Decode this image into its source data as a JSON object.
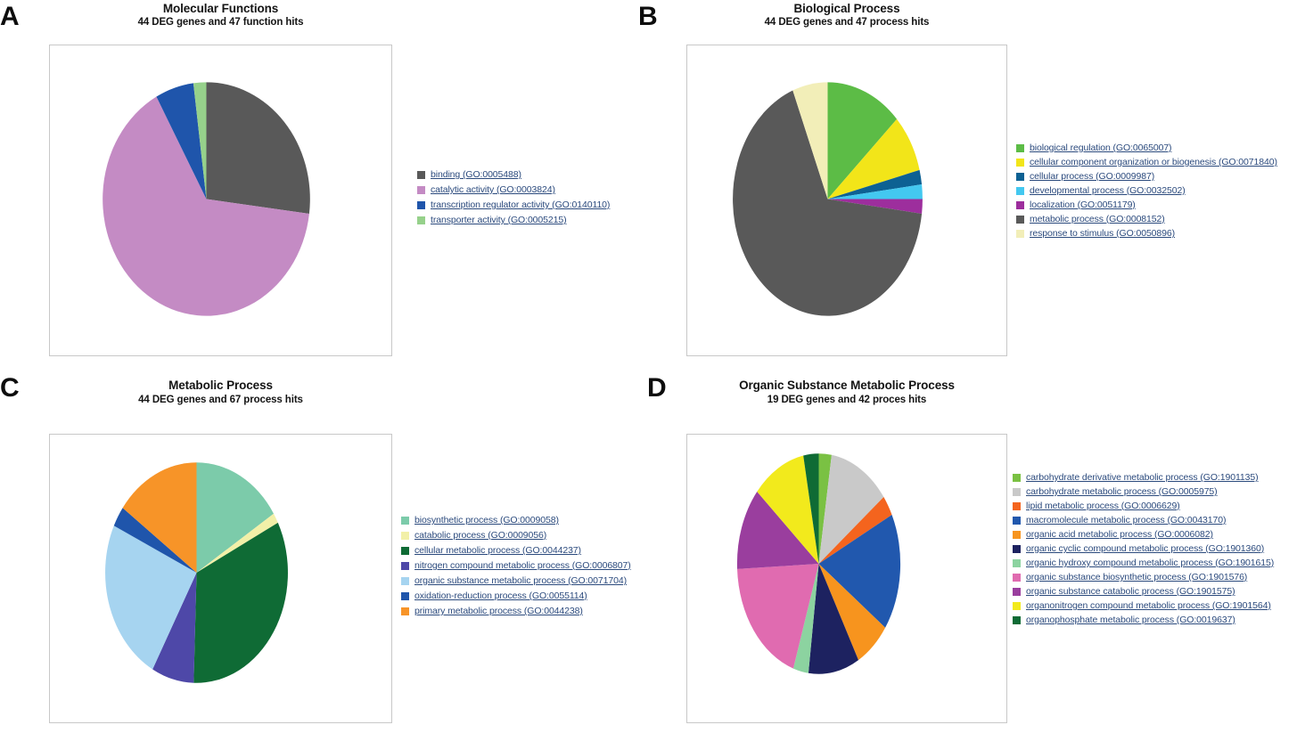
{
  "figure": {
    "background": "#ffffff",
    "legend_text_color": "#2b4a7d",
    "box_border_color": "#c8c8c8"
  },
  "panels": [
    {
      "letter": "A",
      "title": "Molecular Functions",
      "subtitle": "44 DEG genes and 47 function hits"
    },
    {
      "letter": "B",
      "title": "Biological Process",
      "subtitle": "44 DEG genes and 47 process hits"
    },
    {
      "letter": "C",
      "title": "Metabolic Process",
      "subtitle": "44 DEG genes and 67 process hits"
    },
    {
      "letter": "D",
      "title": "Organic Substance Metabolic Process",
      "subtitle": "19 DEG genes and 42 proces hits"
    }
  ],
  "chart_data": [
    {
      "type": "pie",
      "panel": "A",
      "title": "Molecular Functions",
      "subtitle": "44 DEG genes and 47 function hits",
      "legend_position": "right",
      "categories": [
        "binding (GO:0005488)",
        "catalytic activity (GO:0003824)",
        "transcription regulator activity (GO:0140110)",
        "transporter activity (GO:0005215)"
      ],
      "values": [
        27.0,
        65.0,
        6.0,
        2.0
      ],
      "colors": [
        "#595959",
        "#c48bc4",
        "#1f55ab",
        "#96d18b"
      ],
      "start_angle": 0
    },
    {
      "type": "pie",
      "panel": "B",
      "title": "Biological Process",
      "subtitle": "44 DEG genes and 47 process hits",
      "legend_position": "right",
      "categories": [
        "biological regulation (GO:0065007)",
        "cellular component organization or biogenesis (GO:0071840)",
        "cellular process (GO:0009987)",
        "developmental process (GO:0032502)",
        "localization (GO:0051179)",
        "metabolic process (GO:0008152)",
        "response to stimulus (GO:0050896)"
      ],
      "values": [
        13.0,
        8.0,
        2.0,
        2.0,
        2.0,
        67.0,
        6.0
      ],
      "colors": [
        "#5cbc46",
        "#f2e519",
        "#0d6193",
        "#43c8f0",
        "#9d2e9d",
        "#595959",
        "#f2eeb8"
      ],
      "start_angle": 0
    },
    {
      "type": "pie",
      "panel": "C",
      "title": "Metabolic Process",
      "subtitle": "44 DEG genes and 67 process hits",
      "legend_position": "right",
      "categories": [
        "biosynthetic process (GO:0009058)",
        "catabolic process (GO:0009056)",
        "cellular metabolic process (GO:0044237)",
        "nitrogen compound metabolic process (GO:0006807)",
        "organic substance metabolic process (GO:0071704)",
        "oxidation-reduction process (GO:0055114)",
        "primary metabolic process (GO:0044238)"
      ],
      "values": [
        16.0,
        1.5,
        33.0,
        7.5,
        24.0,
        3.0,
        15.0
      ],
      "colors": [
        "#7ccbaa",
        "#f2f0a8",
        "#0f6b35",
        "#4e48a8",
        "#a6d4f0",
        "#1f55ab",
        "#f79428"
      ],
      "start_angle": 0
    },
    {
      "type": "pie",
      "panel": "D",
      "title": "Organic Substance Metabolic Process",
      "subtitle": "19 DEG genes and 42 proces hits",
      "legend_position": "right",
      "categories": [
        "carbohydrate derivative metabolic process (GO:1901135)",
        "carbohydrate metabolic process (GO:0005975)",
        "lipid metabolic process (GO:0006629)",
        "macromolecule metabolic process (GO:0043170)",
        "organic acid metabolic process (GO:0006082)",
        "organic cyclic compound metabolic process (GO:1901360)",
        "organic hydroxy compound metabolic process (GO:1901615)",
        "organic substance biosynthetic process (GO:1901576)",
        "organic substance catabolic process (GO:1901575)",
        "organonitrogen compound metabolic process (GO:1901564)",
        "organophosphate metabolic process (GO:0019637)"
      ],
      "values": [
        2.5,
        12.0,
        3.0,
        17.0,
        7.0,
        10.0,
        3.0,
        19.0,
        12.0,
        10.5,
        3.0
      ],
      "colors": [
        "#7ac143",
        "#c9c9c9",
        "#f4641e",
        "#2158ae",
        "#f7941e",
        "#1d2260",
        "#8cd3a0",
        "#e06bb0",
        "#9a3e9e",
        "#f2ea1c",
        "#0f6b35"
      ],
      "start_angle": 0
    }
  ]
}
